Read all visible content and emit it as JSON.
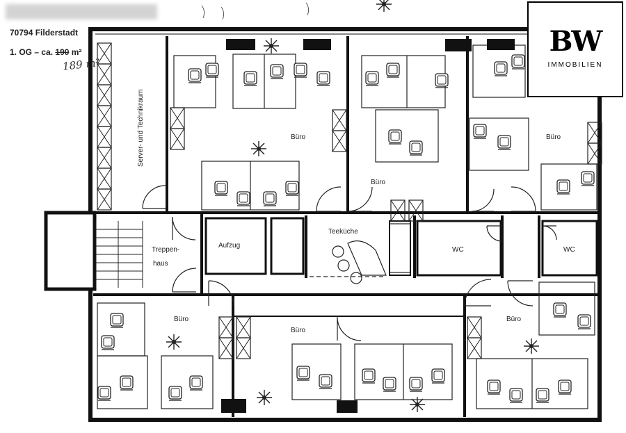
{
  "header": {
    "address": "70794 Filderstadt",
    "floor_prefix": "1. OG – ca.",
    "area_struck": "190",
    "area_unit": "m²",
    "area_handwritten": "189 m²"
  },
  "logo": {
    "initials": "BW",
    "subtitle": "IMMOBILIEN"
  },
  "rooms": {
    "server": "Server- und Technikraum",
    "buero": "Büro",
    "treppenhaus_1": "Treppen-",
    "treppenhaus_2": "haus",
    "aufzug": "Aufzug",
    "teekueche": "Teeküche",
    "wc": "WC"
  },
  "colors": {
    "wall": "#111111",
    "line": "#333333",
    "background": "#ffffff"
  }
}
